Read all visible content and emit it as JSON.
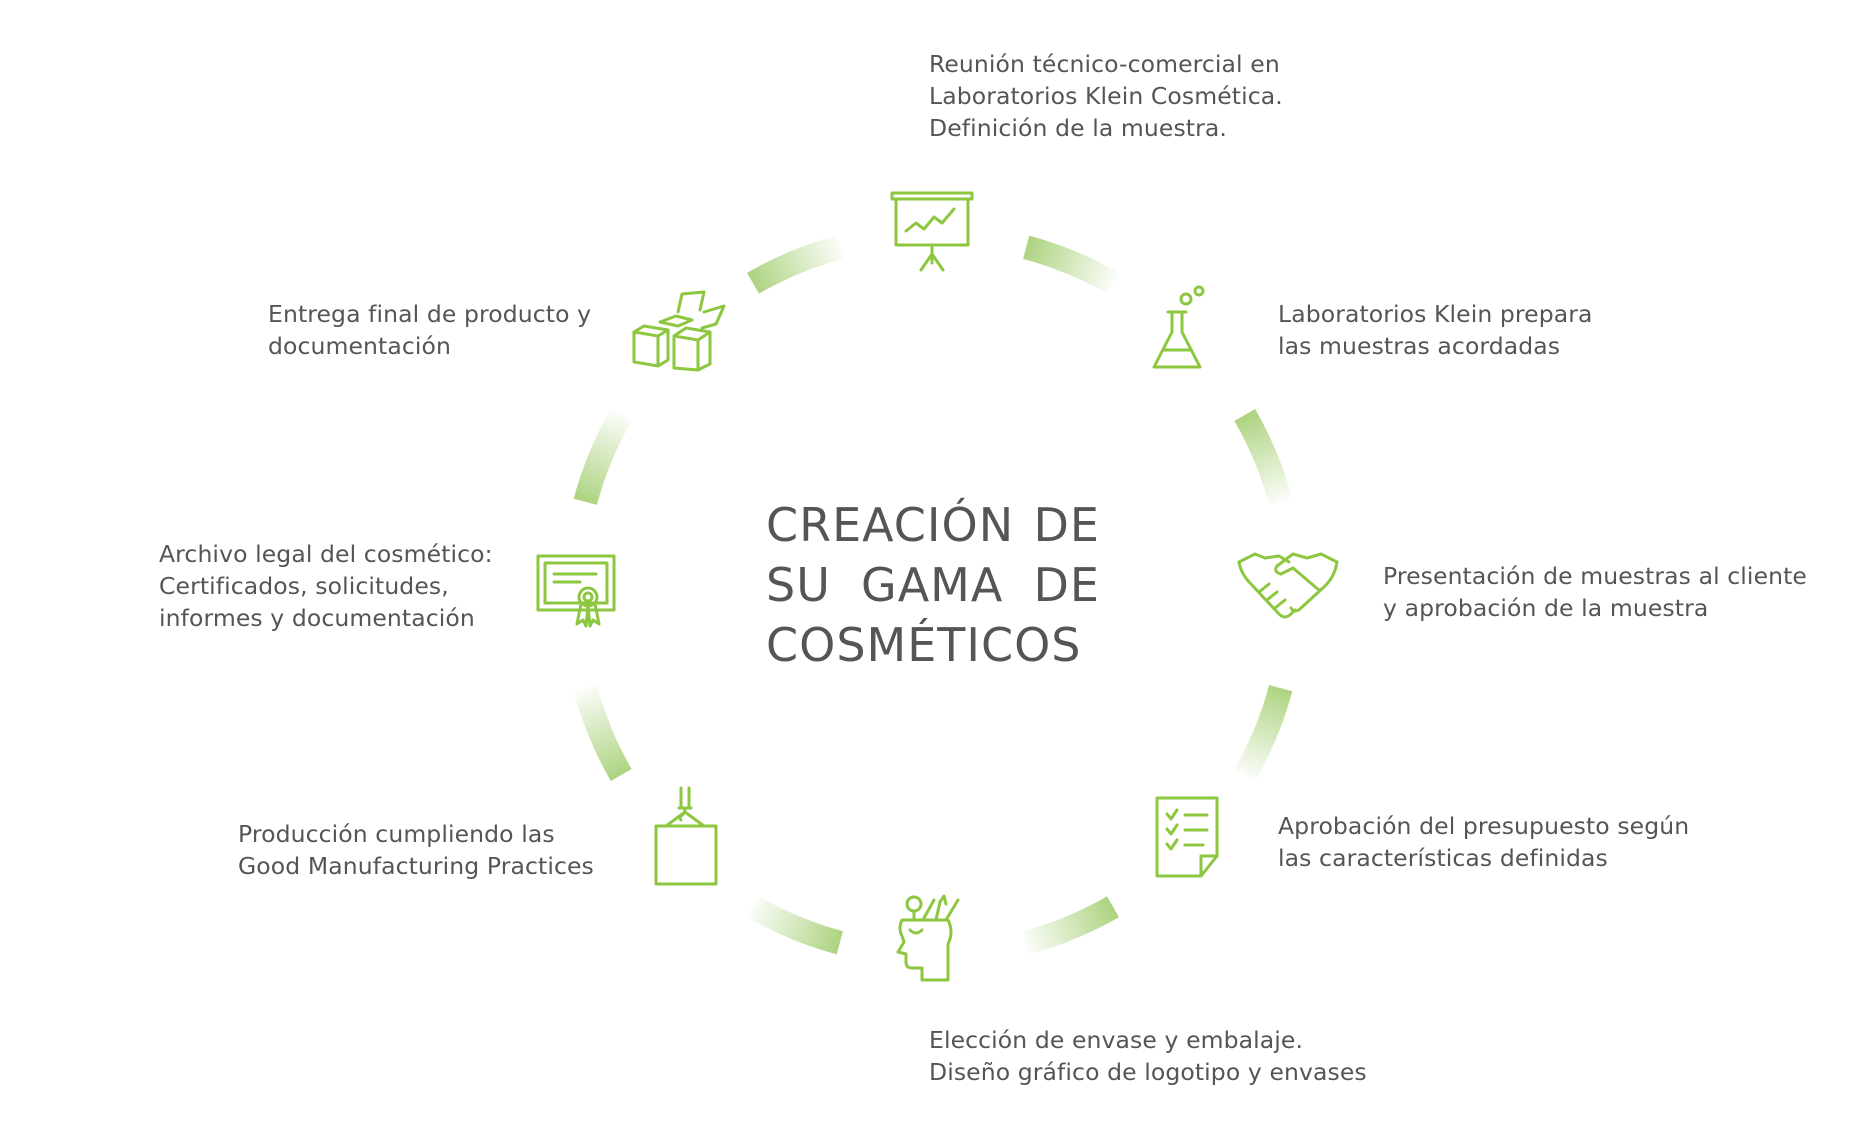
{
  "title": {
    "lines": [
      "CREACIÓN DE",
      "SU GAMA DE",
      "COSMÉTICOS"
    ]
  },
  "colors": {
    "accent": "#8dc63f",
    "ring": "#a9d17a",
    "text": "#555555"
  },
  "steps": [
    {
      "icon": "presentation-chart-icon",
      "lines": [
        "Reunión técnico-comercial en",
        "Laboratorios Klein Cosmética.",
        "Definición de la muestra."
      ]
    },
    {
      "icon": "flask-icon",
      "lines": [
        "Laboratorios Klein prepara",
        "las muestras acordadas"
      ]
    },
    {
      "icon": "handshake-icon",
      "lines": [
        "Presentación de muestras al cliente",
        "y aprobación de la muestra"
      ]
    },
    {
      "icon": "checklist-document-icon",
      "lines": [
        "Aprobación del presupuesto según",
        "las características definidas"
      ]
    },
    {
      "icon": "creative-head-icon",
      "lines": [
        "Elección de envase y embalaje.",
        "Diseño gráfico de logotipo y envases"
      ]
    },
    {
      "icon": "crane-box-icon",
      "lines": [
        "Producción cumpliendo las",
        "Good Manufacturing Practices"
      ]
    },
    {
      "icon": "certificate-icon",
      "lines": [
        "Archivo legal del cosmético:",
        "Certificados, solicitudes,",
        "informes y documentación"
      ]
    },
    {
      "icon": "boxes-icon",
      "lines": [
        "Entrega final de producto y",
        "documentación"
      ]
    }
  ]
}
